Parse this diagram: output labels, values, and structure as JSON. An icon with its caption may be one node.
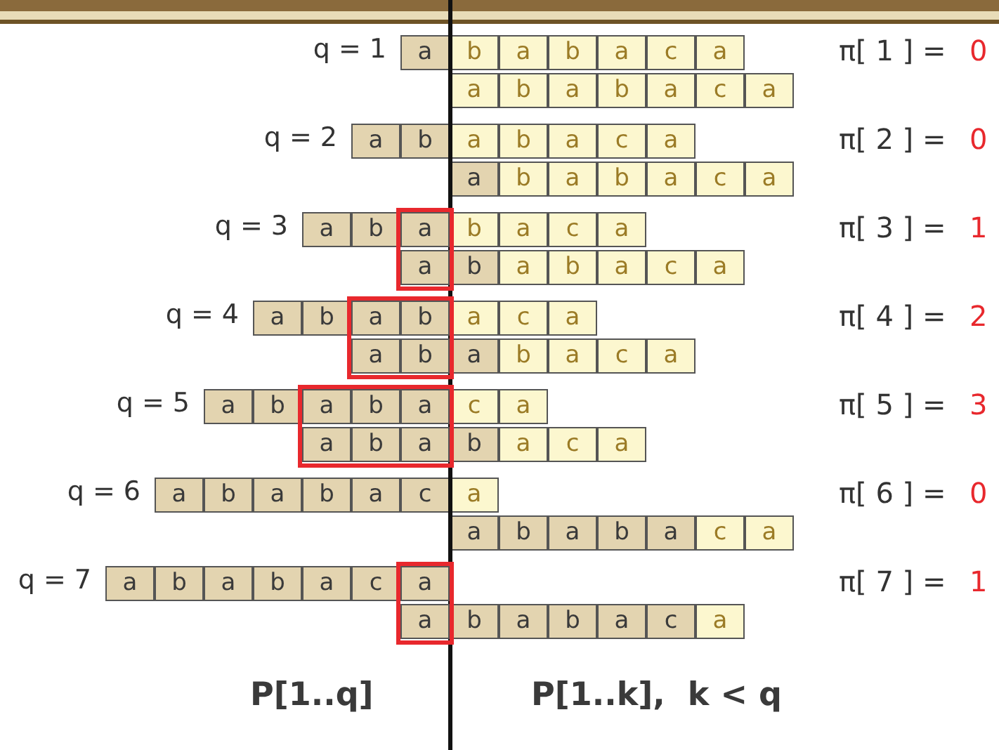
{
  "diagram": {
    "nodes": [
      {
        "text": [
          "a"
        ]
      },
      {
        "text": [
          "b"
        ]
      },
      {
        "text": [
          "a"
        ]
      },
      {
        "text": [
          "b"
        ]
      },
      {
        "text": [
          "a"
        ]
      },
      {
        "text": [
          "c"
        ]
      },
      {
        "text": [
          "a"
        ]
      },
      {
        "text": [
          "a"
        ]
      },
      {
        "text": [
          "b"
        ]
      },
      {
        "text": [
          "a"
        ]
      },
      {
        "text": [
          "b"
        ]
      },
      {
        "text": [
          "a"
        ]
      },
      {
        "text": [
          "c"
        ]
      },
      {
        "text": [
          "a"
        ]
      },
      {
        "text": [
          "a"
        ]
      },
      {
        "text": [
          "b"
        ]
      },
      {
        "text": [
          "a"
        ]
      },
      {
        "text": [
          "b"
        ]
      },
      {
        "text": [
          "a"
        ]
      },
      {
        "text": [
          "c"
        ]
      },
      {
        "text": [
          "a"
        ]
      },
      {
        "text": [
          "a"
        ]
      },
      {
        "text": [
          "b"
        ]
      },
      {
        "text": [
          "a"
        ]
      },
      {
        "text": [
          "b"
        ]
      },
      {
        "text": [
          "a"
        ]
      },
      {
        "text": [
          "c"
        ]
      },
      {
        "text": [
          "a"
        ]
      },
      {
        "text": [],
        "shape": "box"
      },
      {
        "text": [
          "a"
        ]
      },
      {
        "text": [
          "b"
        ]
      },
      {
        "text": [
          "a"
        ],
        "in": 28
      },
      {
        "text": [
          "b"
        ]
      },
      {
        "text": [
          "a"
        ]
      },
      {
        "text": [
          "c"
        ]
      },
      {
        "text": [
          "a"
        ]
      },
      {
        "text": [
          "a"
        ],
        "in": 28
      },
      {
        "text": [
          "b"
        ]
      },
      {
        "text": [
          "a"
        ]
      },
      {
        "text": [
          "b"
        ]
      },
      {
        "text": [
          "a"
        ]
      },
      {
        "text": [
          "c"
        ]
      },
      {
        "text": [
          "a"
        ]
      },
      {
        "text": [],
        "shape": "box"
      },
      {
        "text": [
          "a"
        ]
      },
      {
        "text": [
          "b"
        ]
      },
      {
        "text": [
          "a"
        ],
        "in": 43
      },
      {
        "text": [
          "b"
        ],
        "in": 43
      },
      {
        "text": [
          "a"
        ]
      },
      {
        "text": [
          "c"
        ]
      },
      {
        "text": [
          "a"
        ]
      },
      {
        "text": [
          "a"
        ],
        "in": 43
      },
      {
        "text": [
          "b"
        ],
        "in": 43
      },
      {
        "text": [
          "a"
        ]
      },
      {
        "text": [
          "b"
        ]
      },
      {
        "text": [
          "a"
        ]
      },
      {
        "text": [
          "c"
        ]
      },
      {
        "text": [
          "a"
        ]
      },
      {
        "text": [],
        "shape": "box"
      },
      {
        "text": [
          "a"
        ]
      },
      {
        "text": [
          "b"
        ]
      },
      {
        "text": [
          "a"
        ],
        "in": 58
      },
      {
        "text": [
          "b"
        ],
        "in": 58
      },
      {
        "text": [
          "a"
        ],
        "in": 58
      },
      {
        "text": [
          "c"
        ]
      },
      {
        "text": [
          "a"
        ]
      },
      {
        "text": [
          "a"
        ],
        "in": 58
      },
      {
        "text": [
          "b"
        ],
        "in": 58
      },
      {
        "text": [
          "a"
        ],
        "in": 58
      },
      {
        "text": [
          "b"
        ]
      },
      {
        "text": [
          "a"
        ]
      },
      {
        "text": [
          "c"
        ]
      },
      {
        "text": [
          "a"
        ]
      },
      {
        "text": [
          "a"
        ]
      },
      {
        "text": [
          "b"
        ]
      },
      {
        "text": [
          "a"
        ]
      },
      {
        "text": [
          "b"
        ]
      },
      {
        "text": [
          "a"
        ]
      },
      {
        "text": [
          "c"
        ]
      },
      {
        "text": [
          "a"
        ]
      },
      {
        "text": [
          "a"
        ]
      },
      {
        "text": [
          "b"
        ]
      },
      {
        "text": [
          "a"
        ]
      },
      {
        "text": [
          "b"
        ]
      },
      {
        "text": [
          "a"
        ]
      },
      {
        "text": [
          "c"
        ]
      },
      {
        "text": [
          "a"
        ]
      },
      {
        "text": [],
        "shape": "box"
      },
      {
        "text": [
          "a"
        ]
      },
      {
        "text": [
          "b"
        ]
      },
      {
        "text": [
          "a"
        ]
      },
      {
        "text": [
          "b"
        ]
      },
      {
        "text": [
          "a"
        ]
      },
      {
        "text": [
          "c"
        ]
      },
      {
        "text": [
          "a"
        ],
        "in": 87
      },
      {
        "text": [
          "a"
        ],
        "in": 87
      },
      {
        "text": [
          "b"
        ]
      },
      {
        "text": [
          "a"
        ]
      },
      {
        "text": [
          "b"
        ]
      },
      {
        "text": [
          "a"
        ]
      },
      {
        "text": [
          "c"
        ]
      },
      {
        "text": [
          "a"
        ]
      }
    ],
    "labels": [
      "q = 1",
      "π[ 1 ] =",
      "0",
      "q = 2",
      "π[ 2 ] =",
      "0",
      "q = 3",
      "π[ 3 ] =",
      "1",
      "q = 4",
      "π[ 4 ] =",
      "2",
      "q = 5",
      "π[ 5 ] =",
      "3",
      "q = 6",
      "π[ 6 ] =",
      "0",
      "q = 7",
      "π[ 7 ] =",
      "1",
      "P[1..q]",
      "P[1..k],  k < q"
    ]
  }
}
